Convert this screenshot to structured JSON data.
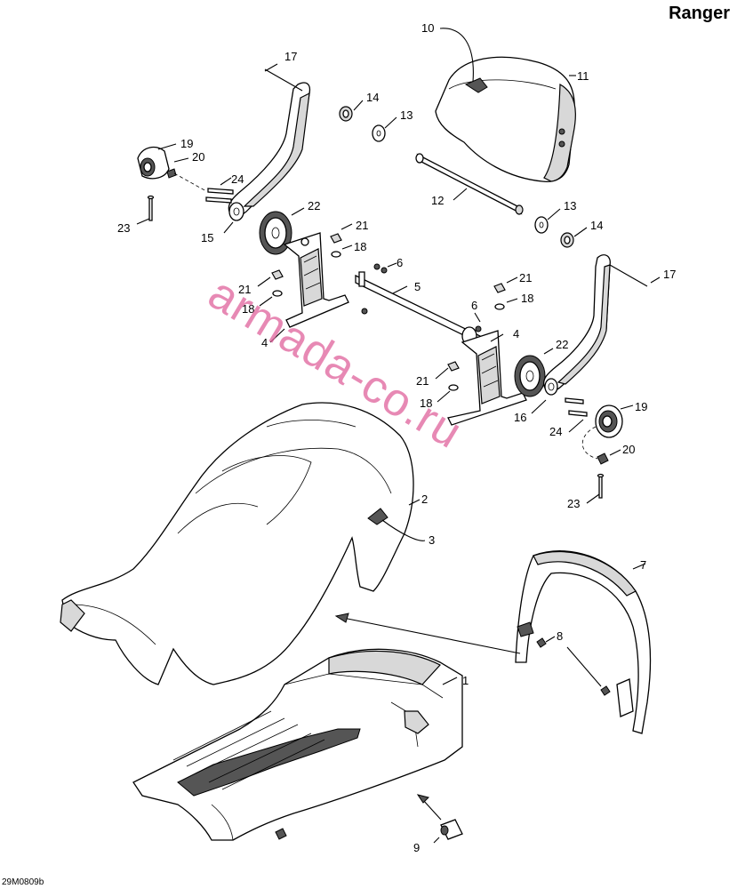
{
  "header": {
    "title": "Ranger"
  },
  "footer": {
    "figure_code": "29M0809b"
  },
  "watermark": {
    "text": "armada-co.ru"
  },
  "callouts": [
    {
      "id": "c1",
      "label": "1"
    },
    {
      "id": "c2",
      "label": "2"
    },
    {
      "id": "c3",
      "label": "3"
    },
    {
      "id": "c4a",
      "label": "4"
    },
    {
      "id": "c4b",
      "label": "4"
    },
    {
      "id": "c5",
      "label": "5"
    },
    {
      "id": "c6a",
      "label": "6"
    },
    {
      "id": "c6b",
      "label": "6"
    },
    {
      "id": "c7",
      "label": "7"
    },
    {
      "id": "c8",
      "label": "8"
    },
    {
      "id": "c9",
      "label": "9"
    },
    {
      "id": "c10",
      "label": "10"
    },
    {
      "id": "c11",
      "label": "11"
    },
    {
      "id": "c12",
      "label": "12"
    },
    {
      "id": "c13a",
      "label": "13"
    },
    {
      "id": "c13b",
      "label": "13"
    },
    {
      "id": "c14a",
      "label": "14"
    },
    {
      "id": "c14b",
      "label": "14"
    },
    {
      "id": "c15",
      "label": "15"
    },
    {
      "id": "c16",
      "label": "16"
    },
    {
      "id": "c17a",
      "label": "17"
    },
    {
      "id": "c17b",
      "label": "17"
    },
    {
      "id": "c18a",
      "label": "18"
    },
    {
      "id": "c18b",
      "label": "18"
    },
    {
      "id": "c18c",
      "label": "18"
    },
    {
      "id": "c18d",
      "label": "18"
    },
    {
      "id": "c19a",
      "label": "19"
    },
    {
      "id": "c19b",
      "label": "19"
    },
    {
      "id": "c20a",
      "label": "20"
    },
    {
      "id": "c20b",
      "label": "20"
    },
    {
      "id": "c21a",
      "label": "21"
    },
    {
      "id": "c21b",
      "label": "21"
    },
    {
      "id": "c21c",
      "label": "21"
    },
    {
      "id": "c21d",
      "label": "21"
    },
    {
      "id": "c22a",
      "label": "22"
    },
    {
      "id": "c22b",
      "label": "22"
    },
    {
      "id": "c23a",
      "label": "23"
    },
    {
      "id": "c23b",
      "label": "23"
    },
    {
      "id": "c24a",
      "label": "24"
    },
    {
      "id": "c24b",
      "label": "24"
    }
  ]
}
